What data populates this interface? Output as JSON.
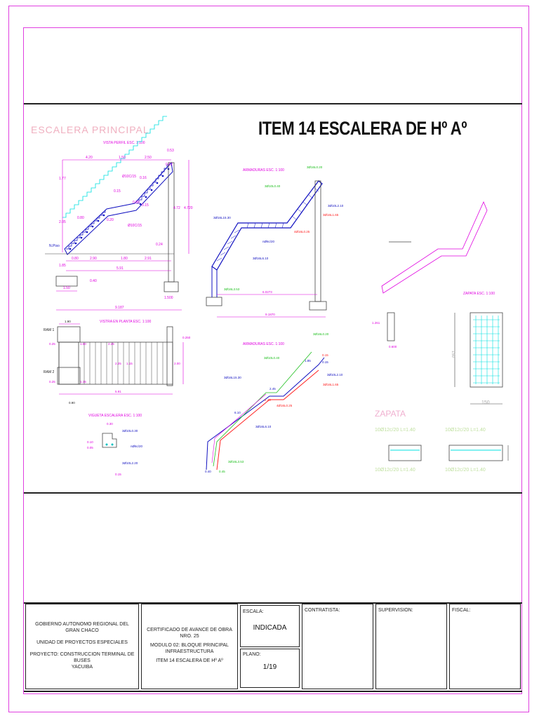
{
  "sheet": {
    "main_title": "ITEM 14 ESCALERA DE Hº Aº",
    "section_title": "ESCALERA  PRINCIPAL"
  },
  "views": {
    "perfil": {
      "title": "VISTA PERFIL ESC. 1:100",
      "dims_top": [
        "4.20",
        "1.50",
        "2.50",
        "0.53"
      ],
      "left_dims": [
        "1.77",
        "2.05"
      ],
      "right_dims": [
        "4.72",
        "4.720"
      ],
      "bottom_dims": [
        "0.80",
        "2.90",
        "1.80",
        "2.91"
      ],
      "total": "5.91",
      "sub_dims": [
        "1.50",
        "0.40",
        "1.500"
      ],
      "grand_total": "9.187",
      "labels": [
        "Ø10C/15",
        "0.15",
        "0.16",
        "0.80",
        "0.15",
        "0.20",
        "Ø10C/15",
        "0.80",
        "0.24",
        "0.12",
        "1.85"
      ],
      "npiso": "N.Piso"
    },
    "armaduras1": {
      "title": "ARMADURAS ESC. 1:100",
      "labels": [
        "3Ø16L0.20",
        "3Ø10L0.40",
        "3Ø10L2.10",
        "3Ø16L1.65",
        "4Ø16L0.25",
        "3Ø16L15.30",
        "nØ6c/20",
        "3Ø16L6.10",
        "3Ø16L3.53"
      ],
      "dims": [
        "6.0273",
        "9.1870"
      ]
    },
    "armaduras2": {
      "title": "ARMADURAS ESC. 1:100",
      "labels": [
        "3Ø16L0.20",
        "3Ø10L0.40",
        "3Ø10L2.10",
        "3Ø16L1.65",
        "4Ø16L0.25",
        "3Ø16L15.30",
        "3Ø16L6.10",
        "3Ø16L3.53"
      ],
      "dims": [
        "2.45",
        "1.85",
        "0.15",
        "0.15",
        "2.45",
        "6.10",
        "0.40",
        "0.45"
      ]
    },
    "planta": {
      "title": "VISTRA EN PLANTA ESC. 1:100",
      "ram1": "RAM 1",
      "ram2": "RAM 2",
      "dims": [
        "1.90",
        "0.25",
        "0.25",
        "2.25",
        "1.15",
        "2.00",
        "0.250",
        "5.91",
        "0.90",
        "1.50",
        "2.25",
        "1.15"
      ]
    },
    "vigueta": {
      "title": "VIGUETA ESCALERA ESC. 1:100",
      "labels": [
        "0.30",
        "3Ø10L0.30",
        "nØ6c/20",
        "3Ø10L2.20",
        "0.10",
        "0.05",
        "0.15"
      ]
    },
    "zapata": {
      "title": "ZAPATA ESC. 1:100",
      "heading": "ZAPATA",
      "width_dim": "150",
      "side_dim": "150",
      "schedules": [
        "10Ø12c/20 L=1.40",
        "10Ø12c/20 L=1.40",
        "10Ø12c/20 L=1.40",
        "10Ø12c/20 L=1.40"
      ],
      "detail_dims": [
        "1.261",
        "0.600"
      ]
    }
  },
  "title_block": {
    "org_line1": "GOBIERNO AUTONOMO REGIONAL DEL",
    "org_line2": "GRAN CHACO",
    "unit": "UNIDAD DE PROYECTOS ESPECIALES",
    "project_line1": "PROYECTO: CONSTRUCCION TERMINAL DE BUSES",
    "project_line2": "YACUIBA",
    "cert_line1": "CERTIFICADO DE AVANCE DE OBRA NRO. 25",
    "cert_line2": "MODULO 02: BLOQUE PRINCIPAL",
    "cert_line3": "INFRAESTRUCTURA",
    "cert_line4": "ITEM 14 ESCALERA DE Hº Aº",
    "escala_label": "ESCALA:",
    "escala_value": "INDICADA",
    "plano_label": "PLANO:",
    "plano_value": "1/19",
    "contratista_label": "CONTRATISTA:",
    "supervision_label": "SUPERVISION:",
    "fiscal_label": "FISCAL:"
  },
  "colors": {
    "frame": "#e040e0",
    "blue": "#1010c0",
    "cyan": "#00e0e0",
    "red": "#ff2020",
    "green": "#20c020",
    "magenta": "#e000e0"
  }
}
